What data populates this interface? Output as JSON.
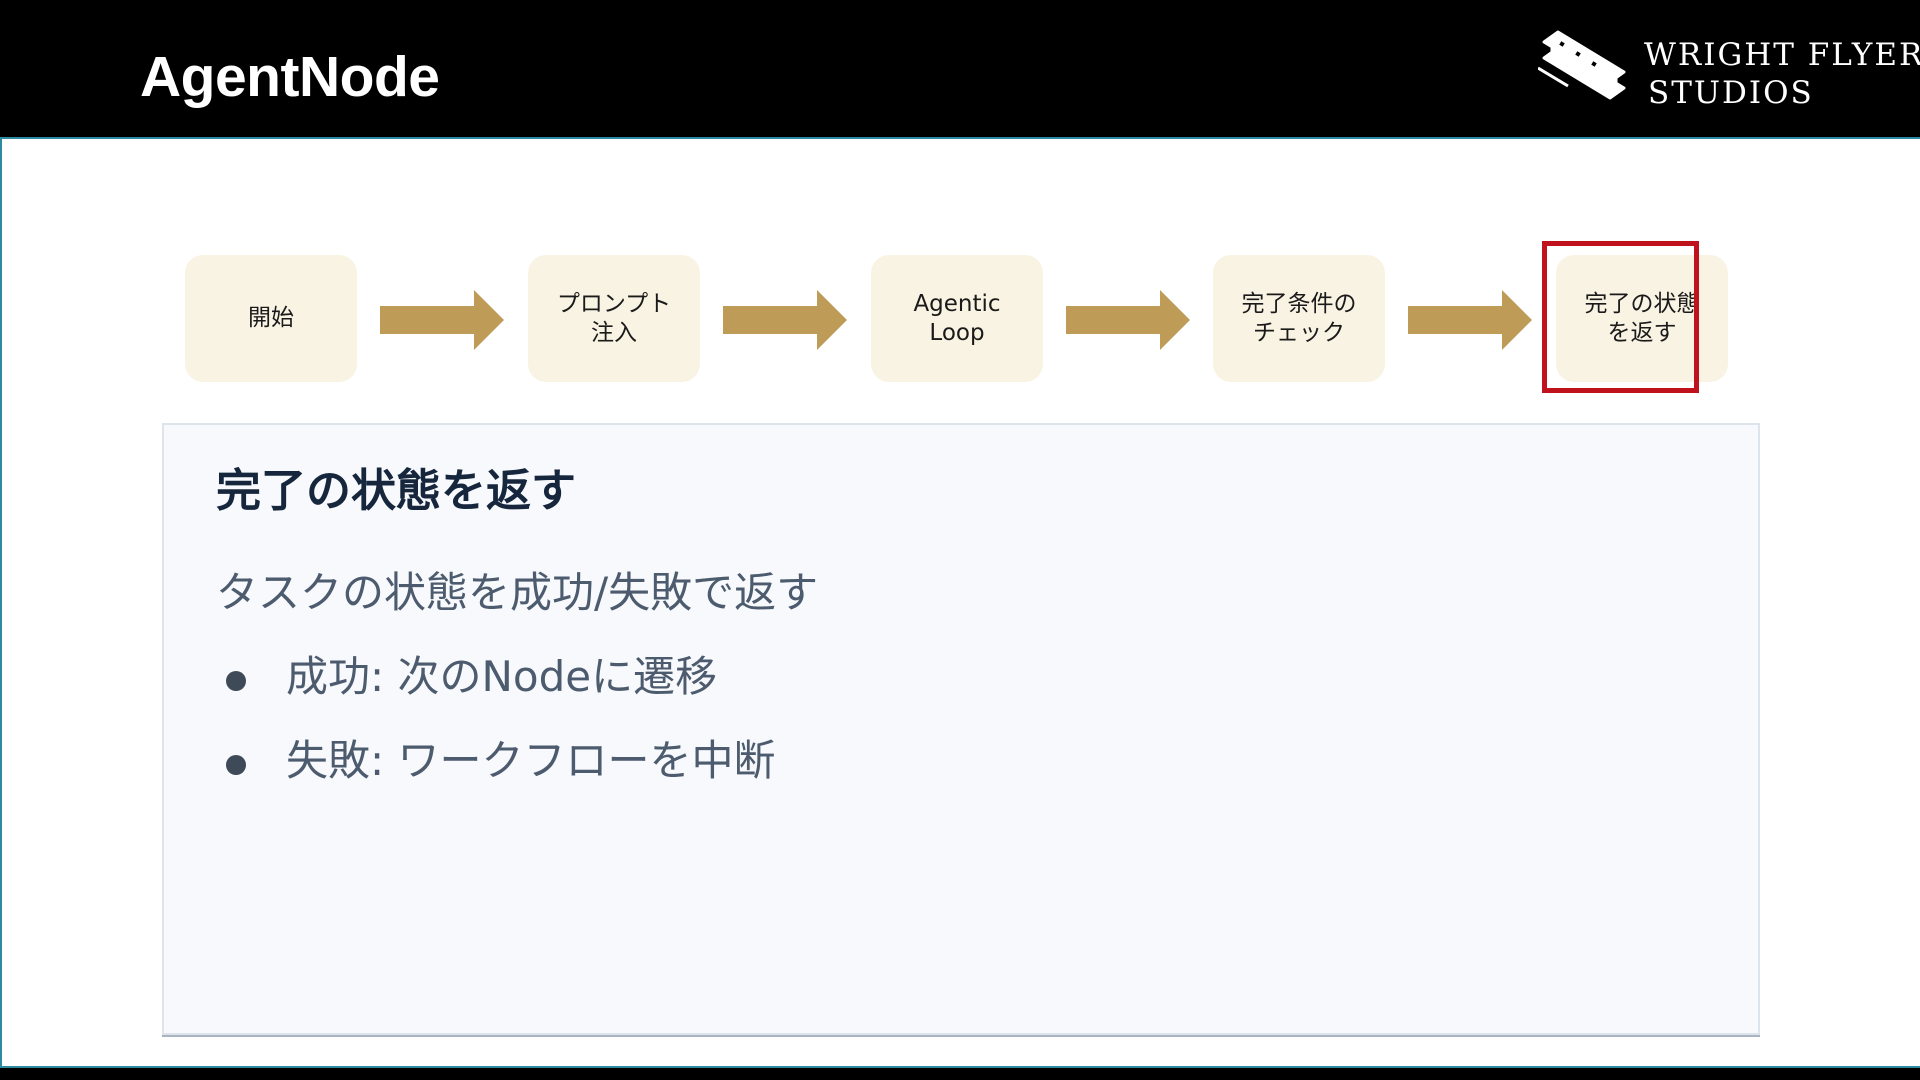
{
  "header": {
    "title": "AgentNode",
    "logo": {
      "line1": "WRIGHT FLYER",
      "line2": "STUDIOS",
      "icon": "biplane-icon"
    }
  },
  "flow": {
    "steps": [
      {
        "label": "開始"
      },
      {
        "label": "プロンプト\n注入"
      },
      {
        "label": "Agentic\nLoop"
      },
      {
        "label": "完了条件の\nチェック"
      },
      {
        "label": "完了の状態\nを返す"
      }
    ],
    "active_step": 4,
    "arrow_icon": "right-arrow-icon"
  },
  "detail": {
    "title": "完了の状態を返す",
    "lead": "タスクの状態を成功/失敗で返す",
    "bullets": [
      "成功: 次のNodeに遷移",
      "失敗: ワークフローを中断"
    ]
  },
  "colors": {
    "header_bg": "#000000",
    "step_bg": "#f9f3e3",
    "arrow": "#bf9b58",
    "highlight": "#c0121c",
    "panel_bg": "#f7f9fc",
    "title_text": "#15263d",
    "body_text": "#4d5b6e",
    "accent_line": "#2e8aa0"
  }
}
